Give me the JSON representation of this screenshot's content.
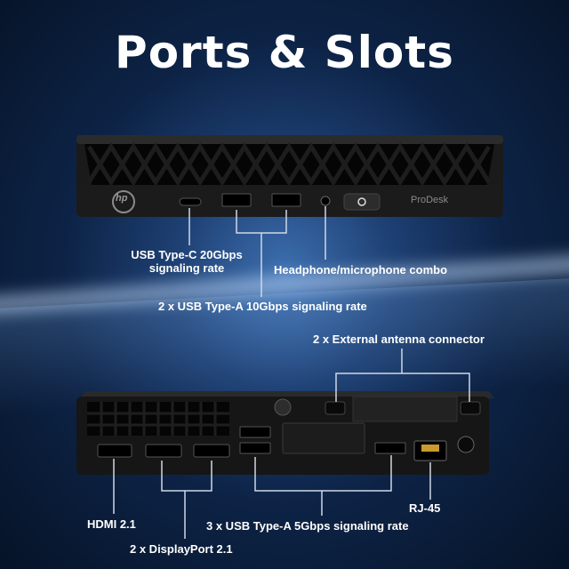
{
  "title": "Ports & Slots",
  "front": {
    "brand_logo": "hp",
    "model_text": "ProDesk",
    "labels": {
      "usbc": "USB Type-C 20Gbps",
      "usbc_line2": "signaling rate",
      "headphone": "Headphone/microphone combo",
      "usba10": "2 x USB Type-A 10Gbps signaling rate"
    }
  },
  "rear": {
    "labels": {
      "antenna": "2 x External antenna connector",
      "hdmi": "HDMI 2.1",
      "dp": "2 x DisplayPort 2.1",
      "usba5": "3 x USB Type-A 5Gbps signaling rate",
      "rj45": "RJ-45"
    }
  },
  "colors": {
    "chassis": "#161616",
    "text": "#ffffff",
    "leader": "#cfd8e6"
  }
}
